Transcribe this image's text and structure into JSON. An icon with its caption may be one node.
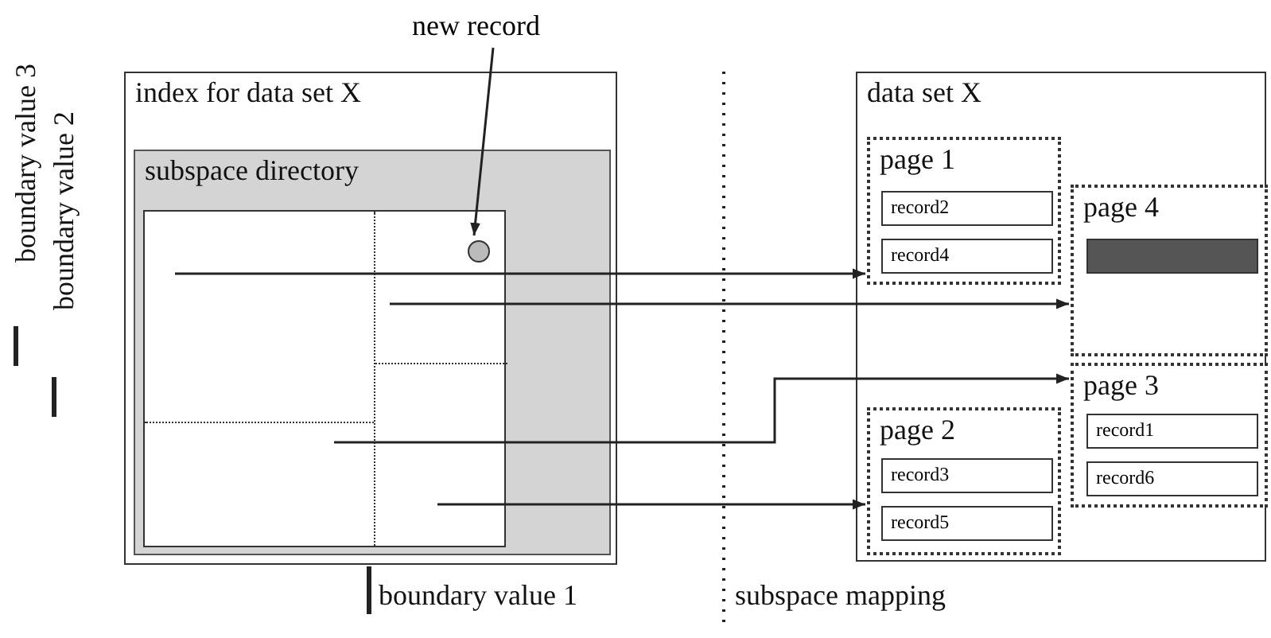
{
  "diagram": {
    "nodes": [
      {
        "text": [
          "index for data set X"
        ]
      },
      {
        "text": [
          "subspace directory"
        ],
        "in": 0
      },
      {
        "text": [],
        "shape": "box",
        "in": 1
      },
      {
        "text": [],
        "shape": "circle",
        "in": 2
      },
      {
        "text": [
          "new record"
        ]
      },
      {
        "text": [
          "data set X"
        ]
      },
      {
        "text": [
          "page 1"
        ],
        "in": 5
      },
      {
        "text": [
          "record2"
        ],
        "in": 6
      },
      {
        "text": [
          "record4"
        ],
        "in": 6
      },
      {
        "text": [
          "page 4"
        ],
        "in": 5
      },
      {
        "text": [],
        "shape": "bar",
        "in": 9
      },
      {
        "text": [
          "page 3"
        ],
        "in": 5
      },
      {
        "text": [
          "record1"
        ],
        "in": 11
      },
      {
        "text": [
          "record6"
        ],
        "in": 11
      },
      {
        "text": [
          "page 2"
        ],
        "in": 5
      },
      {
        "text": [
          "record3"
        ],
        "in": 14
      },
      {
        "text": [
          "record5"
        ],
        "in": 14
      }
    ],
    "edges": [
      {
        "from": 4,
        "to": 3,
        "arrow": "to"
      },
      {
        "from": null,
        "to": 6,
        "arrow": "to"
      },
      {
        "from": null,
        "to": 9,
        "arrow": "to"
      },
      {
        "from": null,
        "to": 11,
        "arrow": "to"
      },
      {
        "from": null,
        "to": 14,
        "arrow": "to"
      }
    ],
    "labels": [
      "boundary value 3",
      "boundary value 2",
      "boundary value 1",
      "subspace mapping"
    ]
  }
}
